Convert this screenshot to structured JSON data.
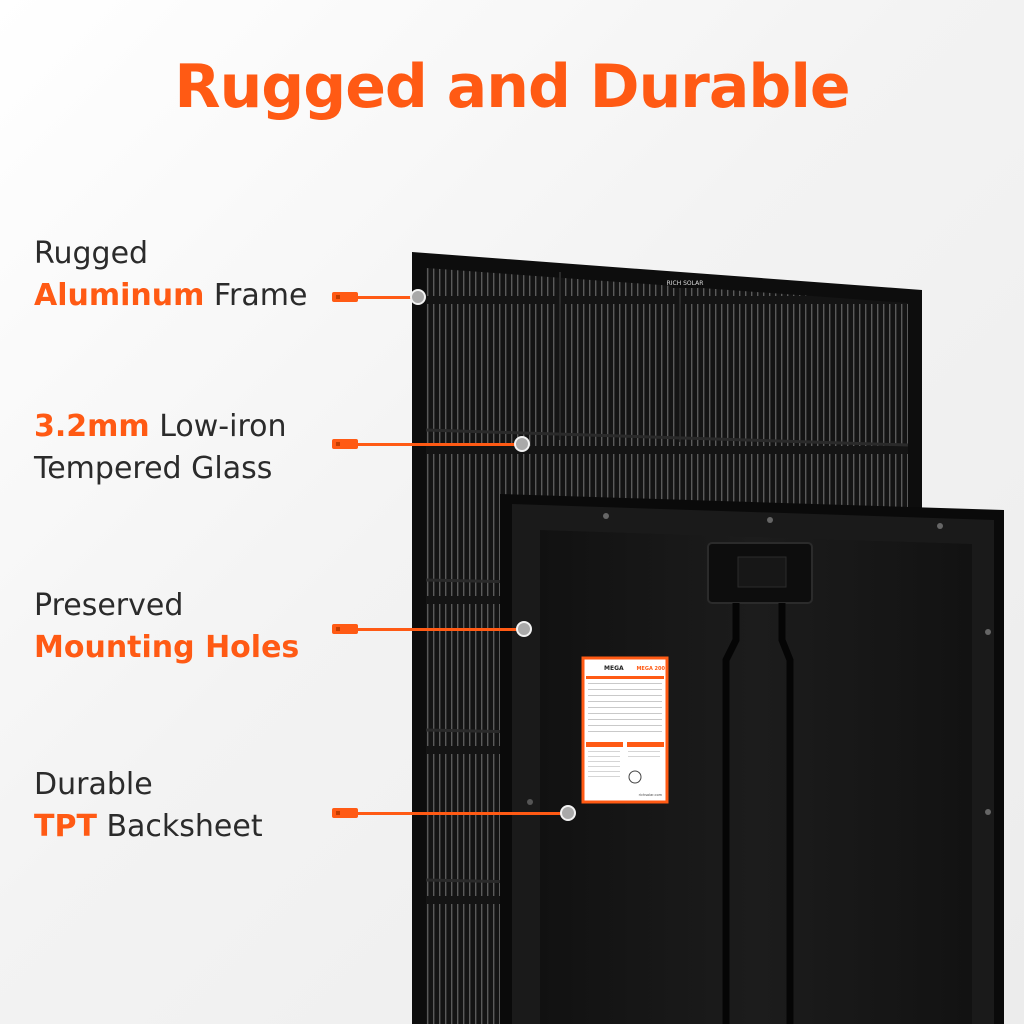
{
  "title": "Rugged and Durable",
  "features": [
    {
      "line1_pre": "",
      "line1_hl": "",
      "line1_post": "Rugged",
      "line2_pre": "",
      "line2_hl": "Aluminum",
      "line2_post": " Frame"
    },
    {
      "line1_pre": "",
      "line1_hl": "3.2mm",
      "line1_post": " Low-iron",
      "line2_pre": "Tempered Glass",
      "line2_hl": "",
      "line2_post": ""
    },
    {
      "line1_pre": "",
      "line1_hl": "",
      "line1_post": "Preserved",
      "line2_pre": "",
      "line2_hl": "Mounting Holes",
      "line2_post": ""
    },
    {
      "line1_pre": "",
      "line1_hl": "",
      "line1_post": "Durable",
      "line2_pre": "",
      "line2_hl": "TPT",
      "line2_post": " Backsheet"
    }
  ],
  "panel": {
    "front_logo": "RICH SOLAR",
    "label_brand": "MEGA",
    "label_model": "MEGA 200",
    "label_website": "richsolar.com"
  },
  "colors": {
    "accent": "#ff5a14",
    "panel": "#151515",
    "text": "#2b2b2b"
  }
}
